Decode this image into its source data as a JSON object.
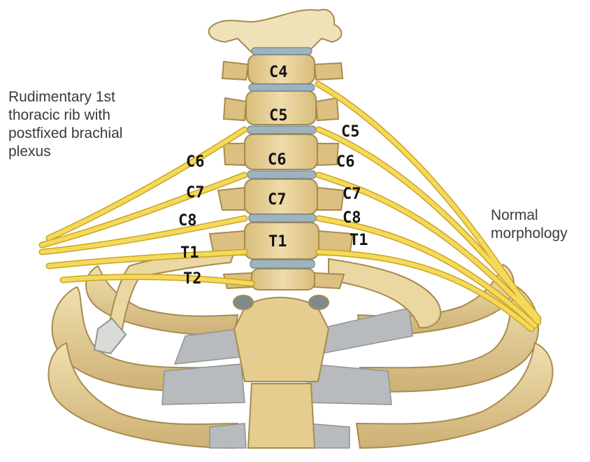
{
  "captions": {
    "left": "Rudimentary 1st\nthoracic rib with\npostfixed brachial\nplexus",
    "right": "Normal\nmorphology"
  },
  "vertebrae": {
    "c4": "C4",
    "c5": "C5",
    "c6": "C6",
    "c7": "C7",
    "t1": "T1"
  },
  "left_nerve_roots": {
    "c6": "C6",
    "c7": "C7",
    "c8": "C8",
    "t1": "T1",
    "t2": "T2"
  },
  "right_nerve_roots": {
    "c5": "C5",
    "c6": "C6",
    "c7": "C7",
    "c8": "C8",
    "t1": "T1"
  },
  "colors": {
    "bone": "#e7d29a",
    "bone_shade": "#c9ae6c",
    "cartilage": "#b9bcbe",
    "disc": "#9fb3bf",
    "nerve": "#f2d44a",
    "nerve_edge": "#c9a421"
  }
}
